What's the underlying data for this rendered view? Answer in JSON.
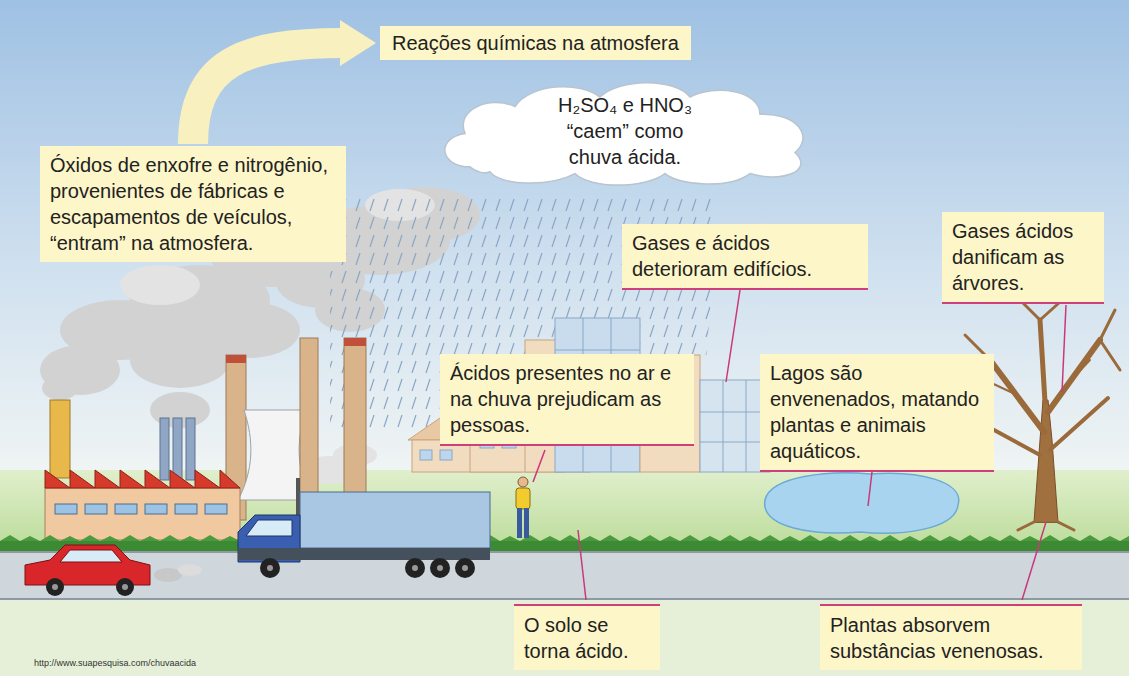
{
  "diagram": {
    "nodes": [
      {
        "text": [
          "Reações químicas na atmosfera"
        ]
      },
      {
        "text": [
          "H₂SO₄ e HNO₃ “caem” como chuva ácida."
        ]
      },
      {
        "text": [
          "Óxidos de enxofre e nitrogênio, provenientes de fábricas e escapamentos de veículos, “entram” na atmosfera."
        ]
      },
      {
        "text": [
          "Gases e ácidos deterioram edifícios."
        ]
      },
      {
        "text": [
          "Gases ácidos danificam as árvores."
        ]
      },
      {
        "text": [
          "Ácidos presentes no ar e na chuva prejudicam as pessoas."
        ]
      },
      {
        "text": [
          "Lagos são envenenados, matando plantas e animais aquáticos."
        ]
      },
      {
        "text": [
          "O solo se torna ácido."
        ]
      },
      {
        "text": [
          "Plantas absorvem substâncias venenosas."
        ]
      }
    ],
    "edges": [
      {
        "from": 2,
        "to": 0,
        "arrow": "to"
      }
    ],
    "labels": [
      "http://www.suapesquisa.com/chuvaacida"
    ]
  }
}
